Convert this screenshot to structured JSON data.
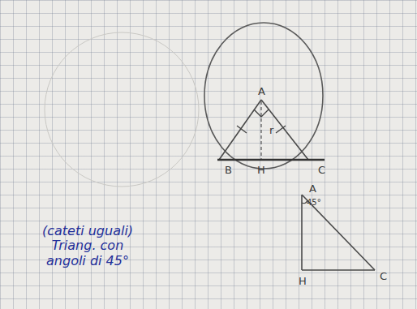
{
  "diagram": {
    "labels": [
      "A",
      "r",
      "B",
      "H",
      "C",
      "A",
      "45°",
      "H",
      "C",
      "(cateti uguali) Triang. con angoli di 45°"
    ]
  }
}
